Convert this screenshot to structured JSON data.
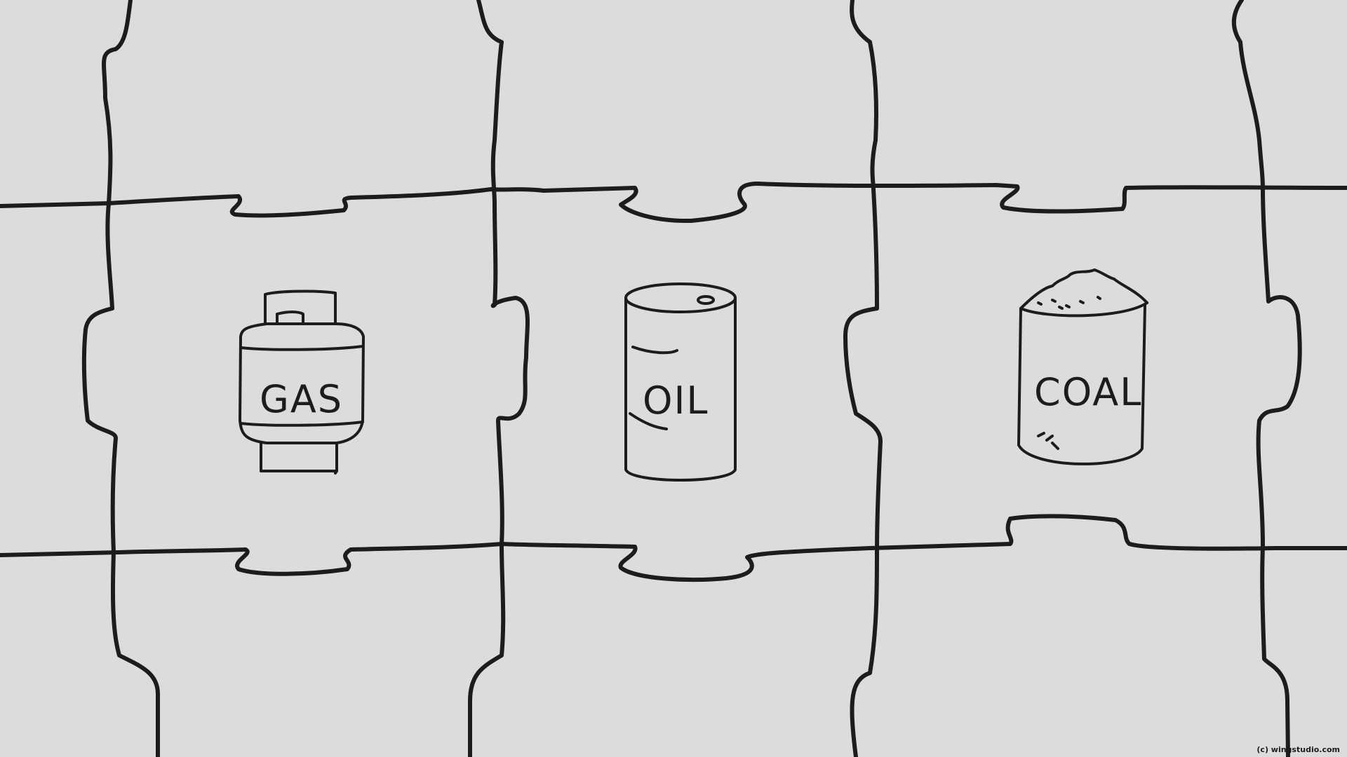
{
  "pieces": [
    {
      "id": "gas",
      "label": "GAS",
      "icon": "gas-cylinder-icon"
    },
    {
      "id": "oil",
      "label": "OIL",
      "icon": "oil-barrel-icon"
    },
    {
      "id": "coal",
      "label": "COAL",
      "icon": "coal-bucket-icon"
    }
  ],
  "credit": "(c) wingstudio.com",
  "colors": {
    "background": "#dcdcdc",
    "ink": "#1c1c1c"
  }
}
